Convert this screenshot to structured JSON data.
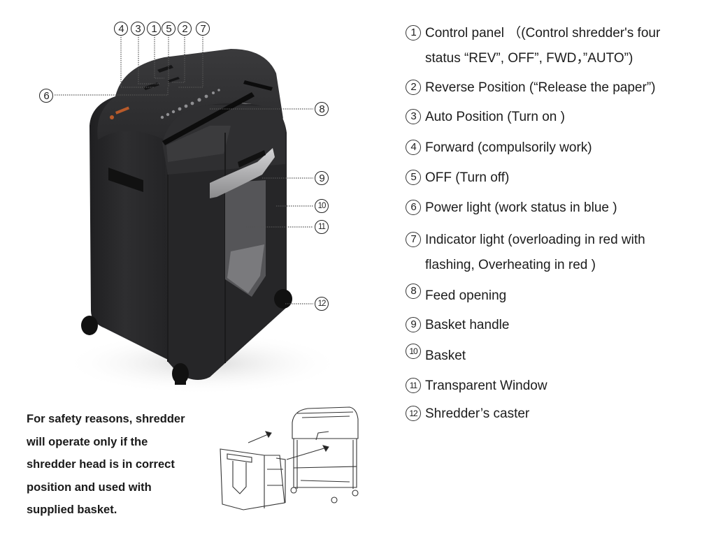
{
  "callouts_top": [
    "4",
    "3",
    "1",
    "5",
    "2",
    "7"
  ],
  "callout_side_left": "6",
  "callouts_right": [
    "8",
    "9",
    "10",
    "11",
    "12"
  ],
  "legend": [
    {
      "num": "1",
      "lines": [
        "Control panel （(Control shredder's four",
        "status “REV”, OFF”, FWD，”AUTO”)"
      ]
    },
    {
      "num": "2",
      "lines": [
        "Reverse Position (“Release the paper”)"
      ]
    },
    {
      "num": "3",
      "lines": [
        "Auto Position (Turn on )"
      ]
    },
    {
      "num": "4",
      "lines": [
        "Forward (compulsorily work)"
      ]
    },
    {
      "num": "5",
      "lines": [
        "OFF (Turn off)"
      ]
    },
    {
      "num": "6",
      "lines": [
        "Power light (work status in blue )"
      ]
    },
    {
      "num": "7",
      "lines": [
        "Indicator light (overloading in red with",
        "flashing, Overheating in red )"
      ]
    },
    {
      "num": "8",
      "lines": [
        "Feed opening"
      ]
    },
    {
      "num": "9",
      "lines": [
        "Basket handle"
      ]
    },
    {
      "num": "10",
      "lines": [
        "Basket"
      ]
    },
    {
      "num": "11",
      "lines": [
        "Transparent Window"
      ]
    },
    {
      "num": "12",
      "lines": [
        "Shredder’s caster"
      ]
    }
  ],
  "safety_note": [
    "For safety reasons, shredder",
    "will operate only if the",
    "shredder head is in correct",
    "position and used with",
    "supplied basket."
  ],
  "colors": {
    "body": "#2b2b2d",
    "body_dark": "#1c1c1e",
    "handle": "#b9b9bb",
    "window": "#5a5a5c",
    "brand_logo": "#b85a2a",
    "text": "#1c1c1c"
  }
}
